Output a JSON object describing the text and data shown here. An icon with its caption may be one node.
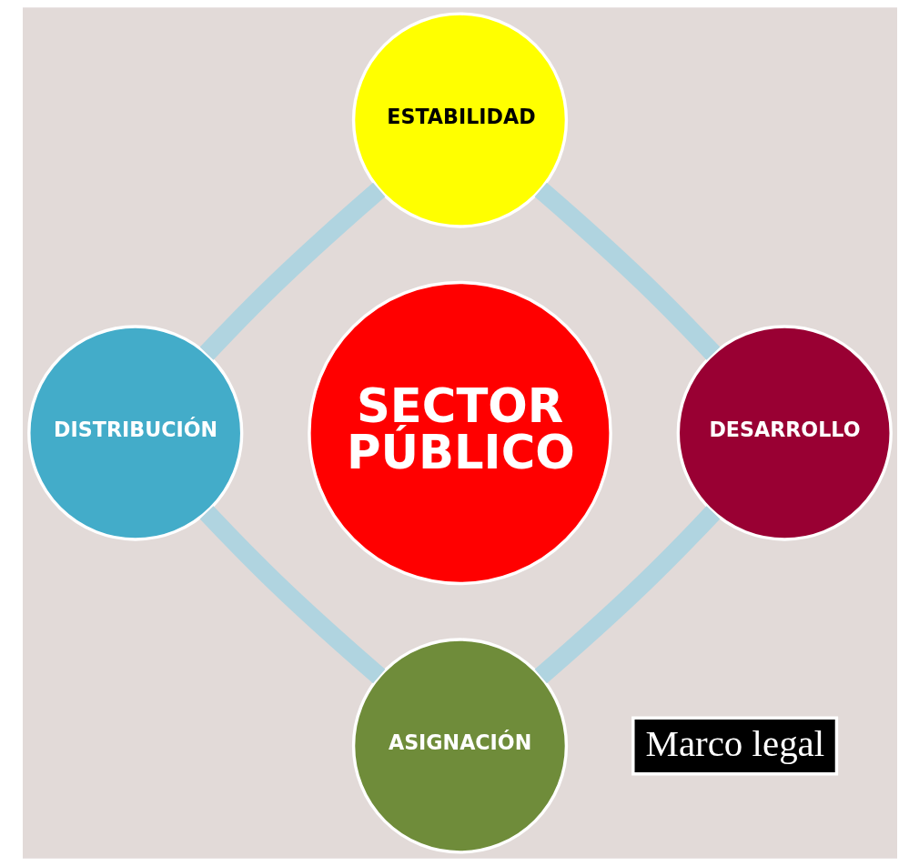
{
  "diagram": {
    "nodes": [
      {
        "text": [
          "ESTABILIDAD"
        ]
      },
      {
        "text": [
          "DISTRIBUCIÓN"
        ]
      },
      {
        "text": [
          "SECTOR PÚBLICO"
        ]
      },
      {
        "text": [
          "DESARROLLO"
        ]
      },
      {
        "text": [
          "ASIGNACIÓN"
        ]
      },
      {
        "text": [
          "Marco legal"
        ]
      }
    ],
    "edges": [
      {
        "from": 0,
        "to": 1,
        "arrow": "none"
      },
      {
        "from": 0,
        "to": 3,
        "arrow": "none"
      },
      {
        "from": 1,
        "to": 4,
        "arrow": "none"
      },
      {
        "from": 3,
        "to": 4,
        "arrow": "none"
      }
    ]
  }
}
